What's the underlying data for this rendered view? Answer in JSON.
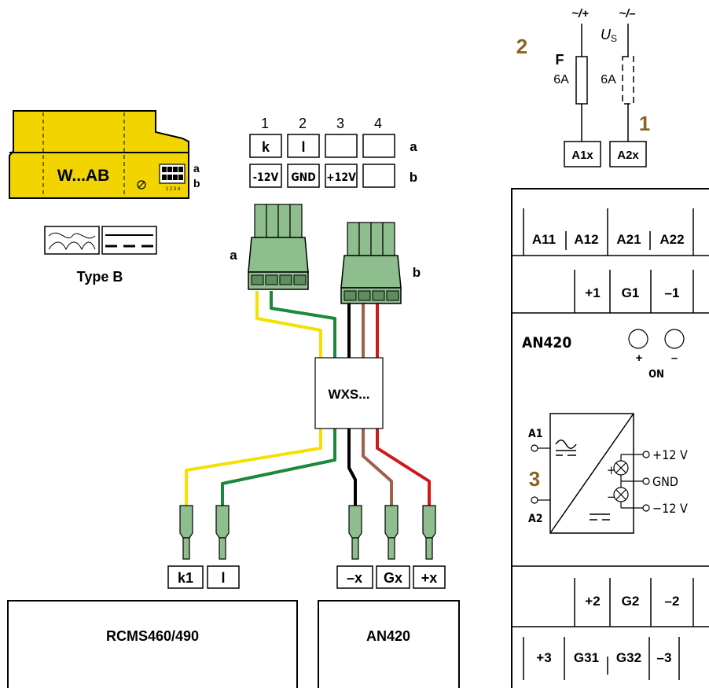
{
  "sensor": {
    "name": "W...AB",
    "port_a": "a",
    "port_b": "b",
    "pins": "1 2 3 4",
    "type_label": "Type B"
  },
  "pin_table": {
    "columns": [
      "1",
      "2",
      "3",
      "4"
    ],
    "row_a": {
      "label": "a",
      "cells": [
        "k",
        "l",
        "",
        ""
      ]
    },
    "row_b": {
      "label": "b",
      "cells": [
        "-12V",
        "GND",
        "+12V",
        ""
      ]
    }
  },
  "plugs": {
    "a": "a",
    "b": "b"
  },
  "adapter": {
    "label": "WXS..."
  },
  "terminals_left": [
    "k1",
    "l"
  ],
  "terminals_right": [
    "–x",
    "Gx",
    "+x"
  ],
  "devices": {
    "rcms": "RCMS460/490",
    "an420": "AN420"
  },
  "supply": {
    "marker": "2",
    "plus": "~/+",
    "minus": "~/–",
    "us": "U",
    "us_sub": "S",
    "fuse_label": "F",
    "fuse_rating_1": "6A",
    "fuse_rating_2": "6A",
    "marker_1": "1",
    "term_1": "A1x",
    "term_2": "A2x"
  },
  "module": {
    "top_terms": [
      "A11",
      "A12",
      "A21",
      "A22"
    ],
    "out1_terms": [
      "+1",
      "G1",
      "–1"
    ],
    "name": "AN420",
    "led_plus": "+",
    "led_minus": "–",
    "led_on": "ON",
    "in1": "A1",
    "in2": "A2",
    "marker_3": "3",
    "out_plus": "+12 V",
    "out_gnd": "GND",
    "out_minus": "−12 V",
    "src_plus": "+",
    "src_minus": "−",
    "out2_terms": [
      "+2",
      "G2",
      "–2"
    ],
    "out3_terms": [
      "+3",
      "G31",
      "G32",
      "–3"
    ]
  },
  "colors": {
    "yellow": "#f5e000",
    "green": "#1a8a3a",
    "black": "#000000",
    "brown": "#a0604a",
    "red": "#d01818",
    "connector": "#8ebd8e",
    "sensor": "#f2d400",
    "marker": "#8a6420"
  }
}
